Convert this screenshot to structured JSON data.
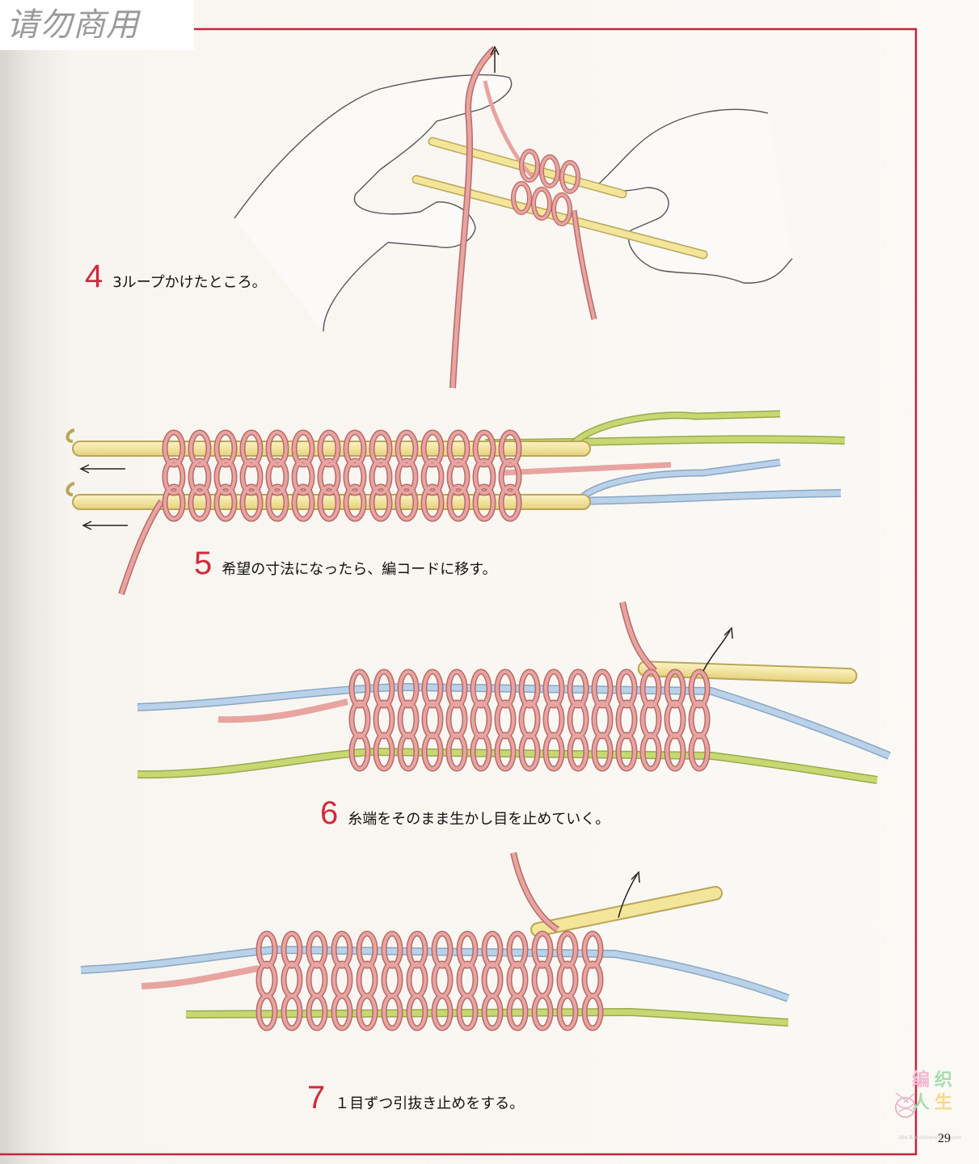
{
  "watermark": {
    "label": "请勿商用",
    "site_chars": [
      "编",
      "织",
      "人",
      "生"
    ],
    "site_url": "bbs.Bianzhirensheng.com"
  },
  "steps": [
    {
      "number": "4",
      "text": "3ループかけたところ。"
    },
    {
      "number": "5",
      "text": "希望の寸法になったら、編コードに移す。"
    },
    {
      "number": "6",
      "text": "糸端をそのまま生かし目を止めていく。"
    },
    {
      "number": "7",
      "text": "１目ずつ引抜き止めをする。"
    }
  ],
  "page_number": "29",
  "colors": {
    "frame_red": "#c8243c",
    "yarn_pink": "#e8a4a0",
    "yarn_pink_edge": "#b86a68",
    "needle_yellow": "#f3e59a",
    "needle_edge": "#b9a65a",
    "cord_green": "#c7d873",
    "cord_blue": "#b9d2ea",
    "step_number": "#d12a3c"
  },
  "icons": [
    "upward-arrow-icon",
    "left-arrow-icon",
    "hands-illustration",
    "yarn-icon"
  ]
}
